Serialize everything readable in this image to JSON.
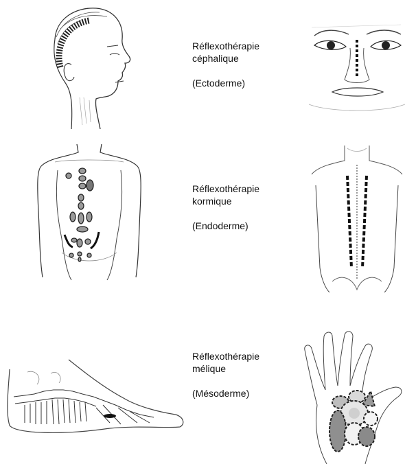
{
  "sections": [
    {
      "title_line1": "Réflexothérapie",
      "title_line2": "céphalique",
      "layer": "(Ectoderme)",
      "left_image": "head-profile-illustration",
      "right_image": "face-front-illustration"
    },
    {
      "title_line1": "Réflexothérapie",
      "title_line2": "kormique",
      "layer": "(Endoderme)",
      "left_image": "torso-front-illustration",
      "right_image": "back-illustration"
    },
    {
      "title_line1": "Réflexothérapie",
      "title_line2": "mélique",
      "layer": "(Mésoderme)",
      "left_image": "foot-side-illustration",
      "right_image": "palm-illustration"
    }
  ],
  "colors": {
    "ink": "#111111",
    "marker_fill": "#9a9a9a",
    "marker_stroke": "#222222",
    "line": "#555555"
  }
}
